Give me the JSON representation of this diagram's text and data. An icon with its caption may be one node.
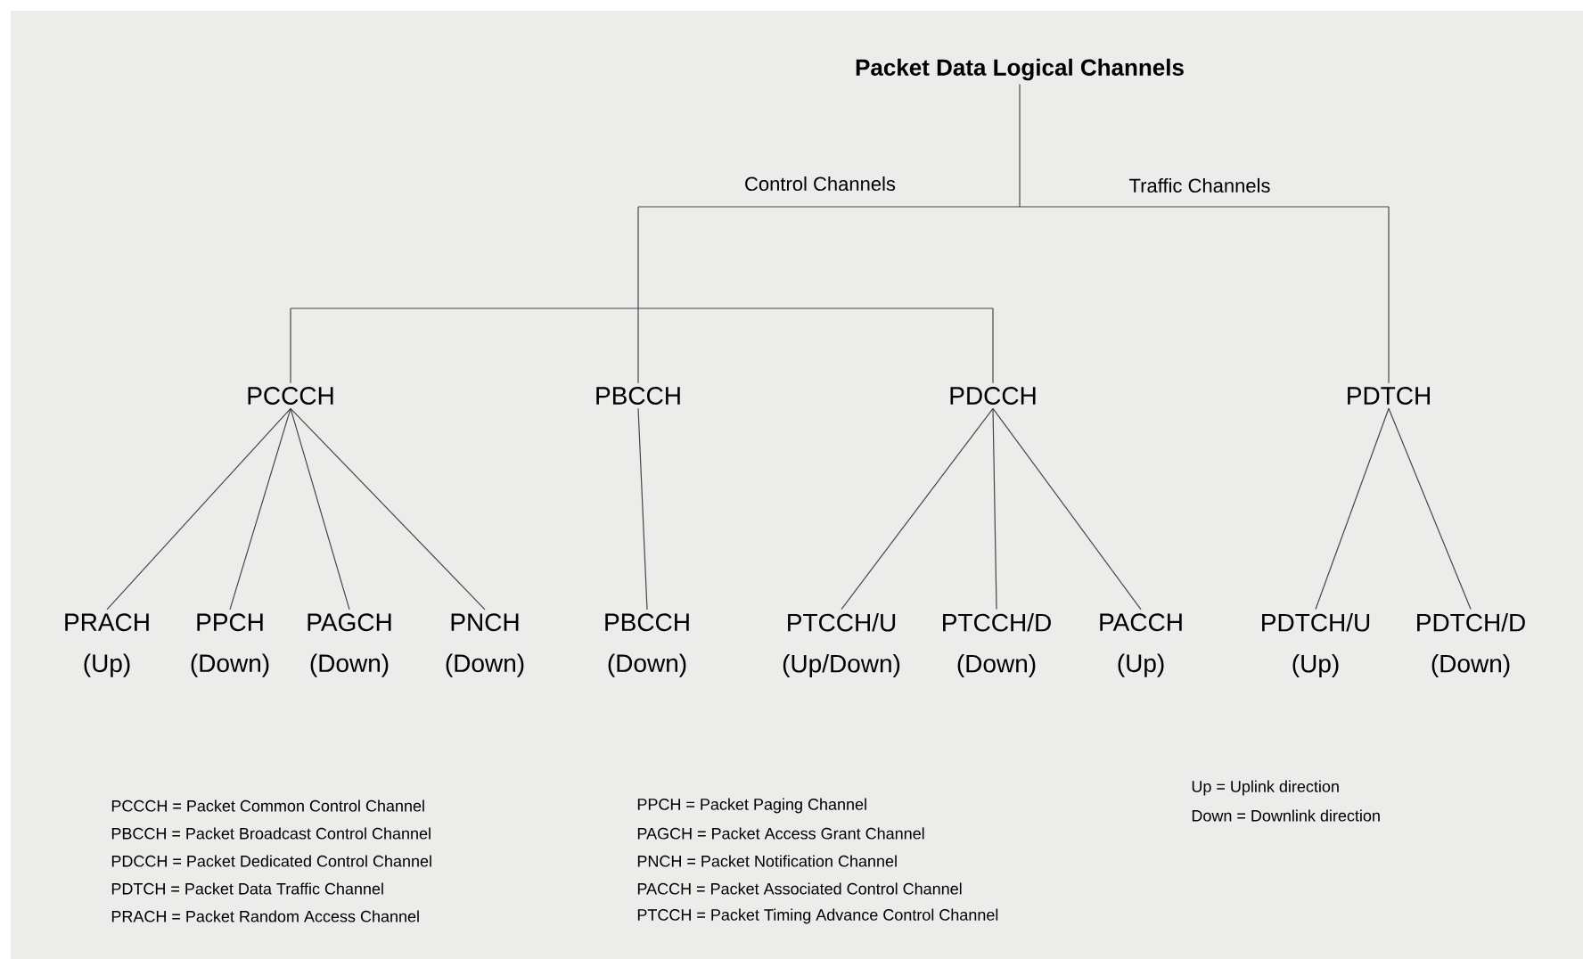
{
  "diagram": {
    "nodes": [
      {
        "text": [
          "Packet Data Logical Channels"
        ]
      },
      {
        "text": [
          "PCCCH"
        ]
      },
      {
        "text": [
          "PBCCH"
        ]
      },
      {
        "text": [
          "PDCCH"
        ]
      },
      {
        "text": [
          "PDTCH"
        ]
      },
      {
        "text": [
          "PRACH",
          "(Up)"
        ]
      },
      {
        "text": [
          "PPCH",
          "(Down)"
        ]
      },
      {
        "text": [
          "PAGCH",
          "(Down)"
        ]
      },
      {
        "text": [
          "PNCH",
          "(Down)"
        ]
      },
      {
        "text": [
          "PBCCH",
          "(Down)"
        ]
      },
      {
        "text": [
          "PTCCH/U",
          "(Up/Down)"
        ]
      },
      {
        "text": [
          "PTCCH/D",
          "(Down)"
        ]
      },
      {
        "text": [
          "PACCH",
          "(Up)"
        ]
      },
      {
        "text": [
          "PDTCH/U",
          "(Up)"
        ]
      },
      {
        "text": [
          "PDTCH/D",
          "(Down)"
        ]
      }
    ],
    "edges": [
      {
        "from": 0,
        "to": 1,
        "arrow": "none"
      },
      {
        "from": 0,
        "to": 2,
        "arrow": "none",
        "label": "Control Channels"
      },
      {
        "from": 0,
        "to": 3,
        "arrow": "none"
      },
      {
        "from": 0,
        "to": 4,
        "arrow": "none",
        "label": "Traffic Channels"
      },
      {
        "from": 1,
        "to": 5,
        "arrow": "none"
      },
      {
        "from": 1,
        "to": 6,
        "arrow": "none"
      },
      {
        "from": 1,
        "to": 7,
        "arrow": "none"
      },
      {
        "from": 1,
        "to": 8,
        "arrow": "none"
      },
      {
        "from": 2,
        "to": 9,
        "arrow": "none"
      },
      {
        "from": 3,
        "to": 10,
        "arrow": "none"
      },
      {
        "from": 3,
        "to": 11,
        "arrow": "none"
      },
      {
        "from": 3,
        "to": 12,
        "arrow": "none"
      },
      {
        "from": 4,
        "to": 13,
        "arrow": "none"
      },
      {
        "from": 4,
        "to": 14,
        "arrow": "none"
      }
    ],
    "labels": [
      "PCCCH = Packet Common Control Channel",
      "PBCCH = Packet Broadcast Control Channel",
      "PDCCH = Packet Dedicated Control Channel",
      "PDTCH = Packet Data Traffic Channel",
      "PRACH = Packet Random Access Channel",
      "PPCH  = Packet Paging Channel",
      "PAGCH = Packet Access Grant Channel",
      "PNCH  =  Packet Notification Channel",
      "PACCH = Packet Associated Control Channel",
      "PTCCH =  Packet Timing Advance Control Channel",
      "Up = Uplink direction",
      "Down = Downlink direction"
    ]
  }
}
